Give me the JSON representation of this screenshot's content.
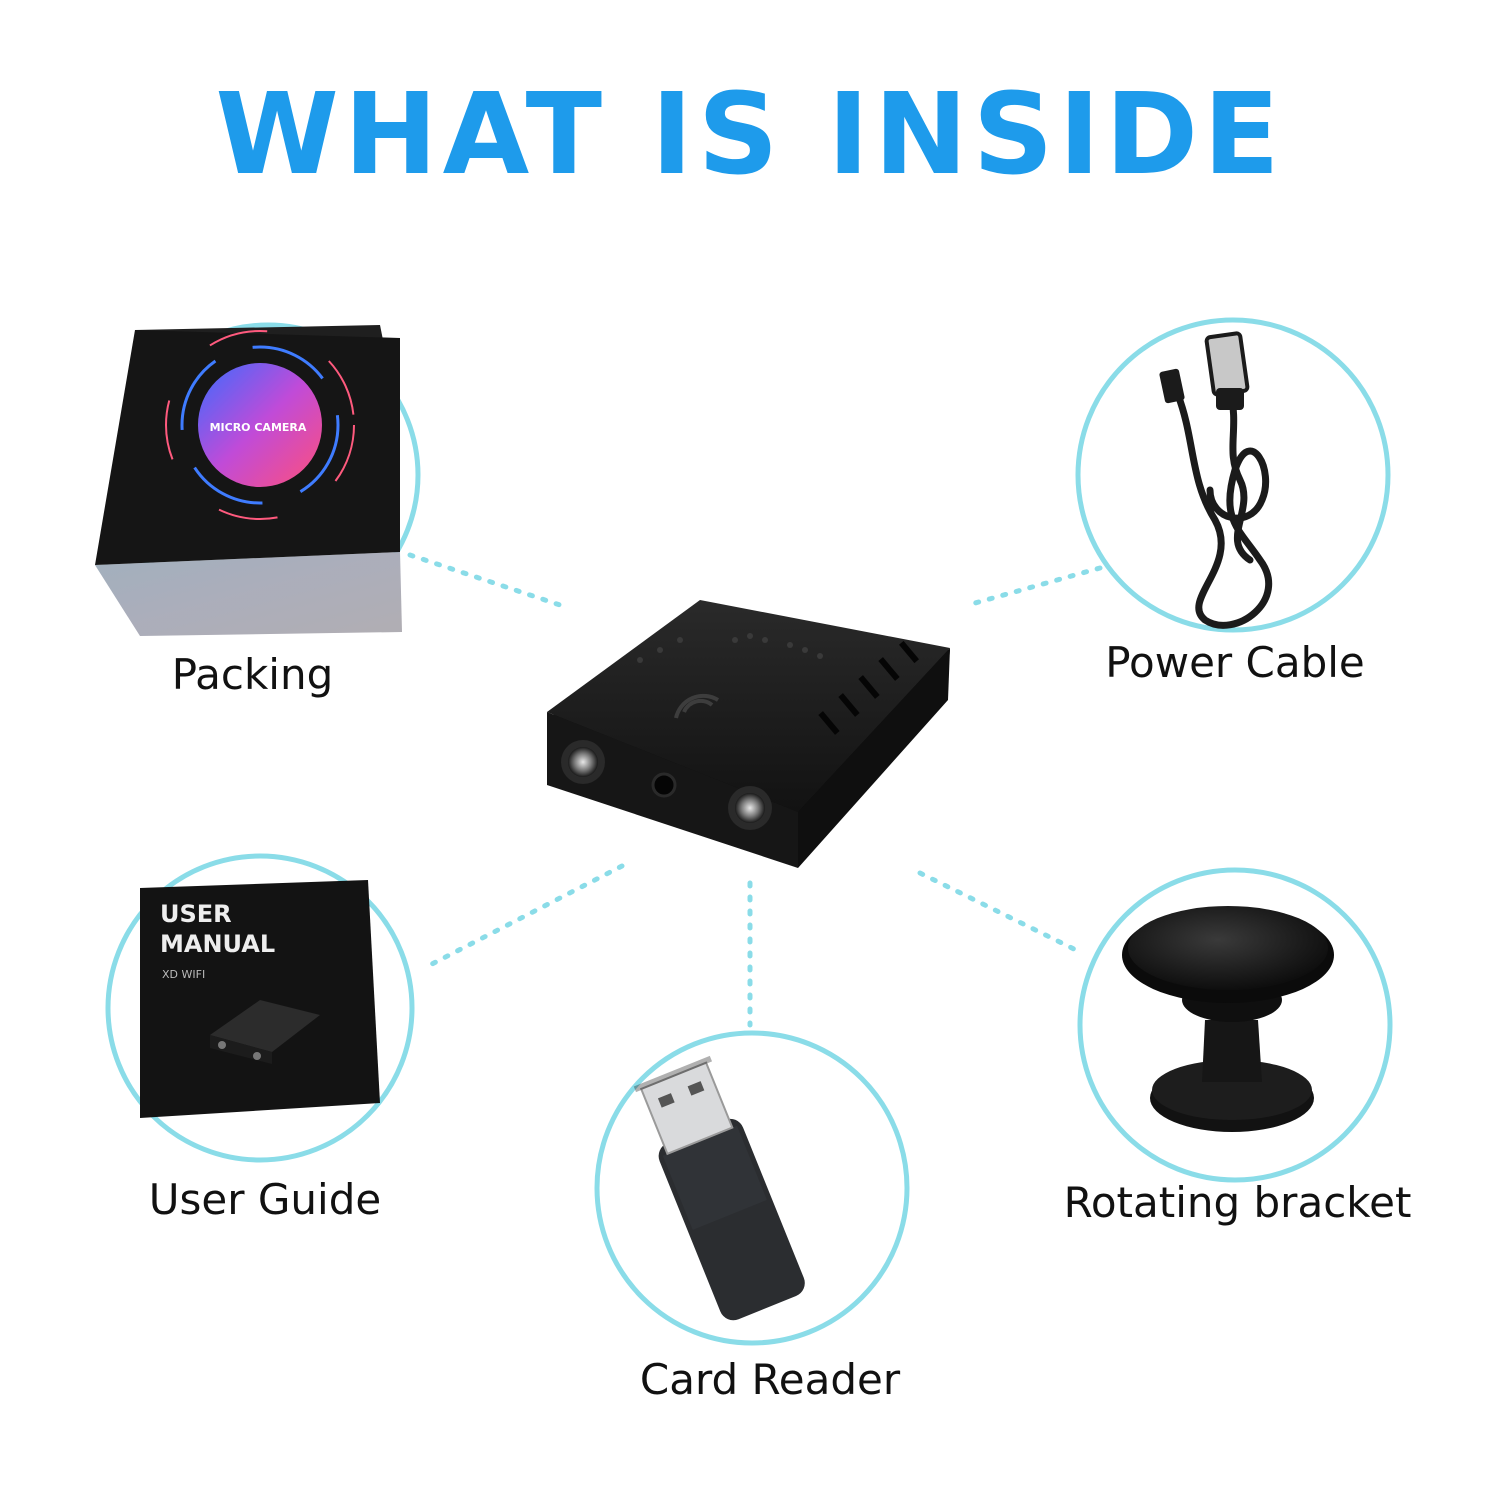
{
  "headline": "WHAT IS INSIDE",
  "colors": {
    "headline": "#1E9BEB",
    "ring": "#8ADCE8",
    "dots": "#8ADCE8",
    "product": "#141414"
  },
  "box": {
    "brand_text": "MICRO CAMERA"
  },
  "manual": {
    "title_line1": "USER",
    "title_line2": "MANUAL",
    "subtitle": "XD WIFI"
  },
  "items": [
    {
      "label": "Packing",
      "icon": "gift-box-icon"
    },
    {
      "label": "Power Cable",
      "icon": "usb-cable-icon"
    },
    {
      "label": "User Guide",
      "icon": "manual-booklet-icon"
    },
    {
      "label": "Card Reader",
      "icon": "card-reader-icon"
    },
    {
      "label": "Rotating bracket",
      "icon": "magnetic-mount-icon"
    }
  ]
}
